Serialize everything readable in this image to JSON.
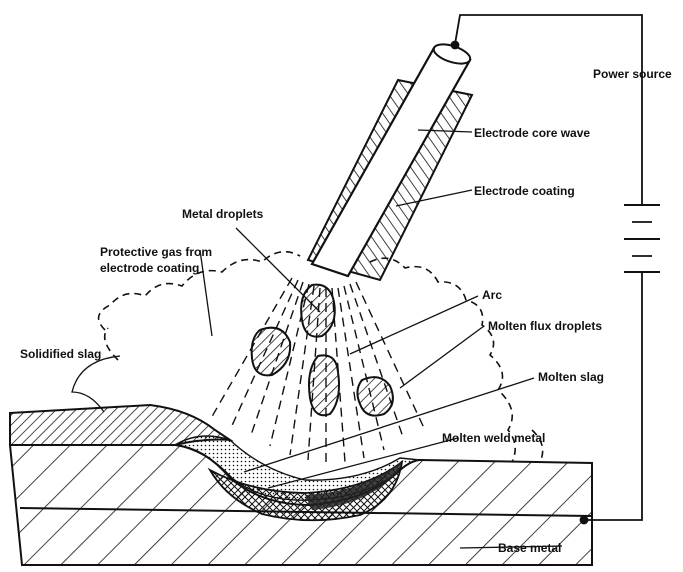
{
  "labels": {
    "power_source": "Power source",
    "electrode_core": "Electrode core wave",
    "electrode_coating": "Electrode coating",
    "metal_droplets": "Metal droplets",
    "protective_gas_line1": "Protective gas from",
    "protective_gas_line2": "electrode coating",
    "arc": "Arc",
    "molten_flux_droplets": "Molten flux droplets",
    "solidified_slag": "Solidified slag",
    "molten_slag": "Molten slag",
    "molten_weld_metal": "Molten weld metal",
    "base_metal": "Base metal"
  },
  "colors": {
    "ink": "#111111",
    "background": "#ffffff"
  }
}
